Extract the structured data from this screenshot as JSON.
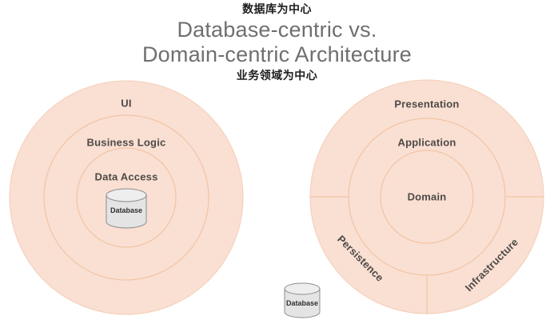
{
  "title": {
    "caption_top": "数据库为中心",
    "line1": "Database-centric vs.",
    "line2": "Domain-centric Architecture",
    "caption_bottom": "业务领域为中心"
  },
  "colors": {
    "ring_fill": "#fadfd3",
    "ring_stroke": "#f0c9a8",
    "label_text": "#4d4a47",
    "title_text": "#6f6f72",
    "caption_text": "#1d1d1f",
    "cylinder_fill": "#e4e4e4",
    "cylinder_top": "#eeeeee",
    "cylinder_stroke": "#8d8d8d",
    "background": "#ffffff"
  },
  "left_diagram": {
    "name": "database-centric-architecture",
    "rings": [
      {
        "label": "UI",
        "level": 1
      },
      {
        "label": "Business Logic",
        "level": 2
      },
      {
        "label": "Data Access",
        "level": 3
      }
    ],
    "cylinder": {
      "label": "Database"
    }
  },
  "right_diagram": {
    "name": "domain-centric-architecture",
    "rings": [
      {
        "label": "Presentation",
        "level": 1
      },
      {
        "label": "Application",
        "level": 2
      },
      {
        "label": "Domain",
        "level": 3
      }
    ],
    "sectors": [
      {
        "label": "Persistence"
      },
      {
        "label": "Infrastructure"
      }
    ],
    "cylinder": {
      "label": "Database"
    }
  }
}
